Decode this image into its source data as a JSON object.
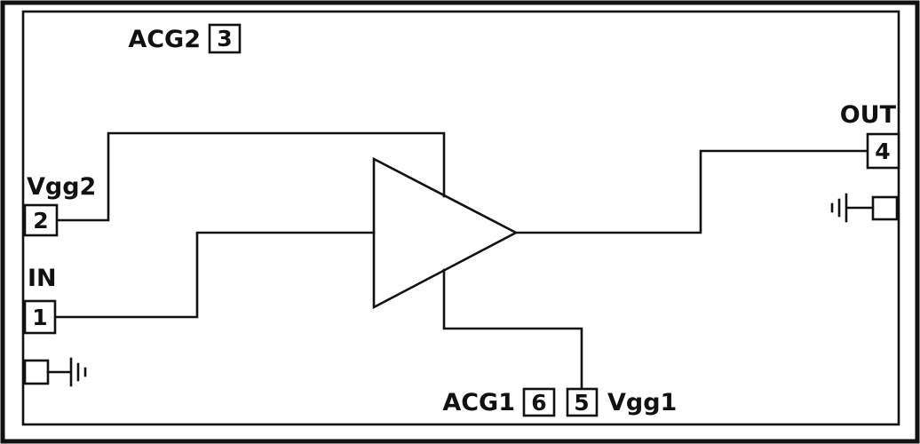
{
  "schematic": {
    "description": "Amplifier block schematic with six numbered pads and two grounded pads",
    "colors": {
      "line": "#111111",
      "background": "#ffffff"
    },
    "labels": {
      "acg2": "ACG2",
      "vgg2": "Vgg2",
      "in": "IN",
      "out": "OUT",
      "acg1": "ACG1",
      "vgg1": "Vgg1"
    },
    "pins": {
      "pin1": "1",
      "pin2": "2",
      "pin3": "3",
      "pin4": "4",
      "pin5": "5",
      "pin6": "6"
    }
  }
}
